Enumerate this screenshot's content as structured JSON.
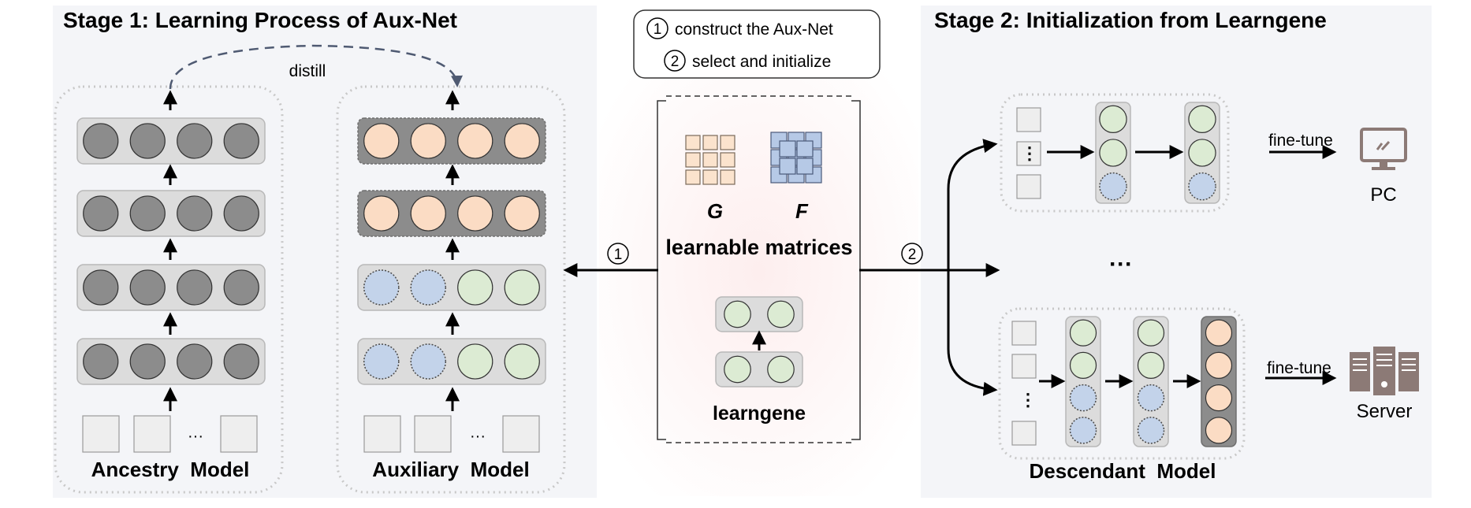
{
  "stage1": {
    "title": "Stage 1: Learning Process of  Aux-Net",
    "distill_label": "distill",
    "ancestry_label": "Ancestry  Model",
    "auxiliary_label": "Auxiliary  Model",
    "input_ellipsis": "···"
  },
  "stage2": {
    "title": "Stage 2: Initialization from Learngene",
    "descendant_label": "Descendant  Model",
    "fine_tune_label": "fine-tune",
    "pc_label": "PC",
    "server_label": "Server",
    "ellipsis": "···",
    "input_ellipsis": "⋮"
  },
  "legend": {
    "step1_num": "1",
    "step1_text": "construct the Aux-Net",
    "step2_num": "2",
    "step2_text": "select and initialize"
  },
  "center": {
    "matrix_g": "G",
    "matrix_f": "F",
    "learnable_label": "learnable matrices",
    "learngene_label": "learngene"
  },
  "steps": {
    "one": "1",
    "two": "2"
  },
  "colors": {
    "panel_bg": "#f4f5f8",
    "dotted_border": "#c8c8c8",
    "layer_bg": "#dcdcdc",
    "layer_dark_bg": "#8c8c8c",
    "neuron_gray": "#8c8c8c",
    "neuron_orange": "#fbdcc4",
    "neuron_blue": "#c3d3ea",
    "neuron_green": "#dcebd3",
    "matrix_orange": "#fbe3cd",
    "matrix_blue": "#b6c9e6",
    "icon_brown": "#8c7a76",
    "dash_arrow": "#4f5a72"
  }
}
